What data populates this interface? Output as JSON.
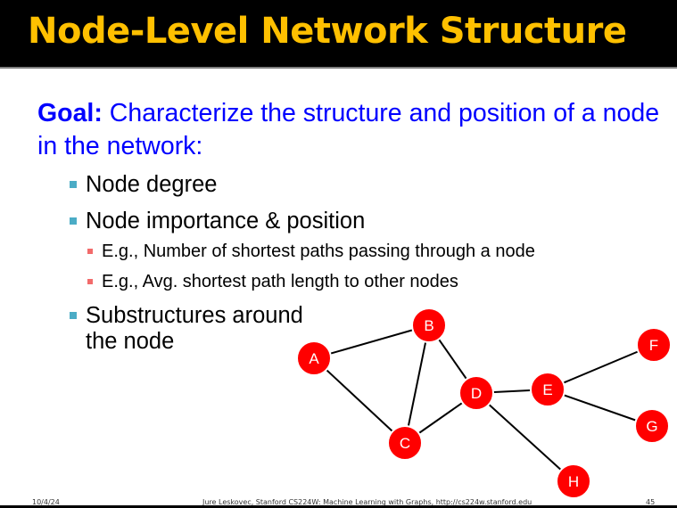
{
  "slide": {
    "title": "Node-Level Network Structure",
    "goal_label": "Goal:",
    "goal_text": " Characterize the structure and position of a node in the network:",
    "bullets": [
      {
        "text": "Node degree"
      },
      {
        "text": "Node importance & position"
      },
      {
        "text": "Substructures around"
      },
      {
        "text": "the node"
      }
    ],
    "sub_bullets": [
      {
        "text": "E.g., Number of shortest paths passing through a node"
      },
      {
        "text": "E.g., Avg. shortest path length to other nodes"
      }
    ]
  },
  "graph": {
    "nodes": [
      {
        "id": "A",
        "label": "A"
      },
      {
        "id": "B",
        "label": "B"
      },
      {
        "id": "C",
        "label": "C"
      },
      {
        "id": "D",
        "label": "D"
      },
      {
        "id": "E",
        "label": "E"
      },
      {
        "id": "F",
        "label": "F"
      },
      {
        "id": "G",
        "label": "G"
      },
      {
        "id": "H",
        "label": "H"
      }
    ],
    "edges": [
      [
        "A",
        "B"
      ],
      [
        "A",
        "C"
      ],
      [
        "B",
        "C"
      ],
      [
        "B",
        "D"
      ],
      [
        "C",
        "D"
      ],
      [
        "D",
        "E"
      ],
      [
        "D",
        "H"
      ],
      [
        "E",
        "F"
      ],
      [
        "E",
        "G"
      ]
    ],
    "node_color": "#ff0000",
    "node_border": "#ffffff"
  },
  "footer": {
    "date": "10/4/24",
    "credit": "Jure Leskovec, Stanford CS224W: Machine Learning with Graphs, http://cs224w.stanford.edu",
    "page": "45"
  },
  "colors": {
    "title": "#ffc000",
    "goal": "#0000ff",
    "bullet_marker": "#4bacc6",
    "sub_bullet_marker": "#f26b6b"
  }
}
